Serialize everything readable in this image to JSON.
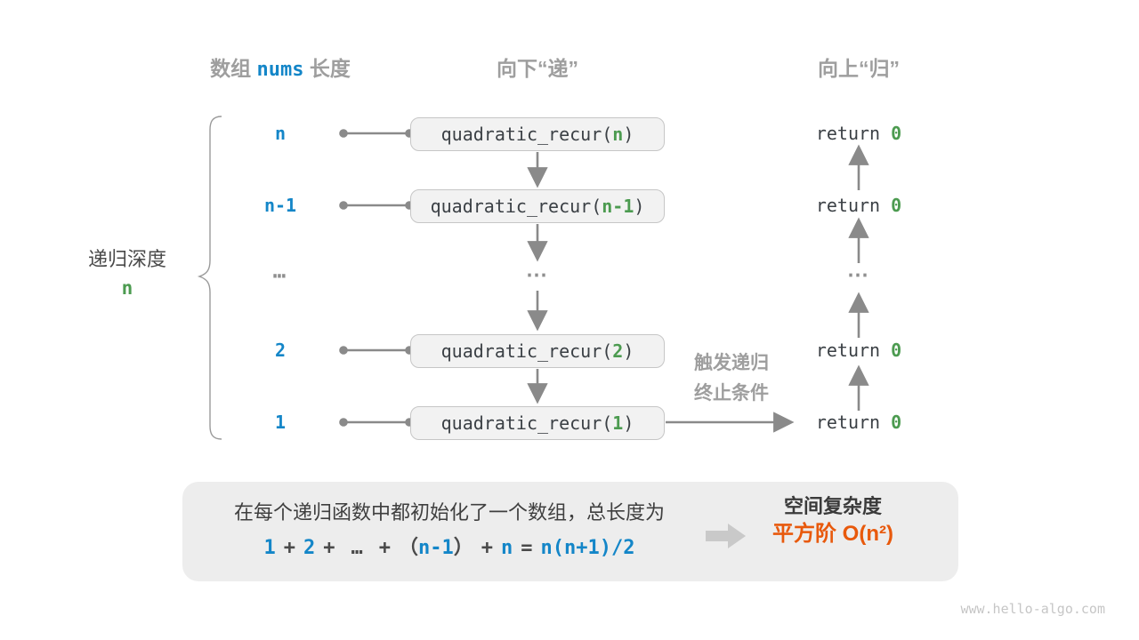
{
  "colors": {
    "blue": "#1486c8",
    "green": "#4c9b50",
    "orange": "#e8590c",
    "gray_label": "#9e9e9e",
    "code_text": "#3b4045",
    "line": "#8a8a8a",
    "box_fill": "#f2f2f2",
    "summary_fill": "#ededed"
  },
  "headers": {
    "array_length": {
      "prefix": "数组",
      "code": "nums",
      "suffix": "长度"
    },
    "downward": "向下“递”",
    "upward": "向上“归”"
  },
  "depth_brace": {
    "label": "递归深度",
    "value": "n"
  },
  "rows": [
    {
      "depth": "n",
      "call_open": "quadratic_recur(",
      "arg": "n",
      "call_close": ")",
      "ret_keyword": "return ",
      "ret_value": "0"
    },
    {
      "depth": "n-1",
      "call_open": "quadratic_recur(",
      "arg": "n-1",
      "call_close": ")",
      "ret_keyword": "return ",
      "ret_value": "0"
    },
    {
      "depth": "2",
      "call_open": "quadratic_recur(",
      "arg": "2",
      "call_close": ")",
      "ret_keyword": "return ",
      "ret_value": "0"
    },
    {
      "depth": "1",
      "call_open": "quadratic_recur(",
      "arg": "1",
      "call_close": ")",
      "ret_keyword": "return ",
      "ret_value": "0"
    }
  ],
  "ellipsis_row": {
    "left": "⋯",
    "middle": "⋯",
    "right": "⋯"
  },
  "trigger": {
    "line1": "触发递归",
    "line2": "终止条件"
  },
  "summary": {
    "description": "在每个递归函数中都初始化了一个数组，总长度为",
    "formula": {
      "t1": "1",
      "plus1": "+",
      "t2": "2",
      "plus2": "+",
      "dots": "…",
      "plus3": "+",
      "lparen": "（",
      "t3": "n-1",
      "rparen": "）",
      "plus4": "+",
      "t4": "n",
      "equals": "=",
      "result": "n(n+1)/2"
    },
    "complexity_label": "空间复杂度",
    "complexity_value": "平方阶 O(n²)"
  },
  "watermark": "www.hello-algo.com"
}
